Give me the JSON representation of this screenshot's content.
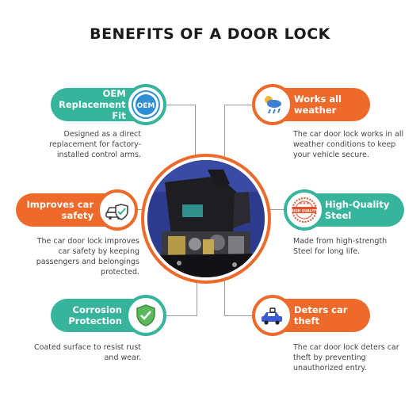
{
  "title": "BENEFITS OF A DOOR LOCK",
  "benefits": [
    {
      "label_line1": "OEM",
      "label_line2": "Replacement Fit",
      "description": [
        "Designed as a direct",
        "replacement for factory-",
        "installed control arms."
      ],
      "icon": "oem-seal-icon",
      "badge_text": "OEM",
      "color": "#37b59c"
    },
    {
      "label_line1": "Works all",
      "label_line2": "weather",
      "description": [
        "The car door lock works in all",
        "weather conditions to keep",
        "your vehicle secure."
      ],
      "icon": "weather-icon",
      "color": "#ee6a2a"
    },
    {
      "label_line1": "Improves car",
      "label_line2": "safety",
      "description": [
        "The car door lock improves",
        "car safety by keeping",
        "passengers and belongings",
        "protected."
      ],
      "icon": "car-shield-icon",
      "color": "#ee6a2a"
    },
    {
      "label_line1": "High-Quality",
      "label_line2": "Steel",
      "description": [
        "Made from high-strength",
        "Steel for long life."
      ],
      "icon": "quality-stamp-icon",
      "badge_text": "HIGH QUALITY",
      "color": "#37b59c"
    },
    {
      "label_line1": "Corrosion",
      "label_line2": "Protection",
      "description": [
        "Coated surface to resist rust",
        "and wear."
      ],
      "icon": "shield-check-icon",
      "color": "#37b59c"
    },
    {
      "label_line1": "Deters car",
      "label_line2": "theft",
      "description": [
        "The car door lock deters car",
        "theft by preventing",
        "unauthorized entry."
      ],
      "icon": "car-theft-icon",
      "color": "#ee6a2a"
    }
  ],
  "center_image": {
    "icon": "door-lock-actuator-photo"
  }
}
